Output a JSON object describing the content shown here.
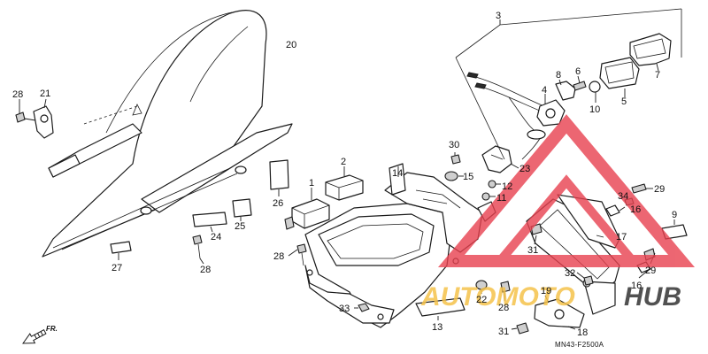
{
  "diagram": {
    "callouts": {
      "c1": "1",
      "c2": "2",
      "c3": "3",
      "c4": "4",
      "c5": "5",
      "c6": "6",
      "c7": "7",
      "c8": "8",
      "c9": "9",
      "c10": "10",
      "c11": "11",
      "c12": "12",
      "c13": "13",
      "c14": "14",
      "c15": "15",
      "c16a": "16",
      "c16b": "16",
      "c17": "17",
      "c18": "18",
      "c19": "19",
      "c20": "20",
      "c21": "21",
      "c22": "22",
      "c23": "23",
      "c24": "24",
      "c25": "25",
      "c26": "26",
      "c27": "27",
      "c28a": "28",
      "c28b": "28",
      "c28c": "28",
      "c28d": "28",
      "c29a": "29",
      "c29b": "29",
      "c30": "30",
      "c31a": "31",
      "c31b": "31",
      "c32": "32",
      "c33": "33",
      "c34": "34"
    },
    "diagram_code": "MN43-F2500A",
    "direction_label": "FR.",
    "watermark": {
      "brand_left": "AUTOMOTO",
      "brand_right": "HUB",
      "color_red": "#e8414f",
      "color_yellow": "#f5c24b",
      "color_dark": "#333333"
    }
  }
}
